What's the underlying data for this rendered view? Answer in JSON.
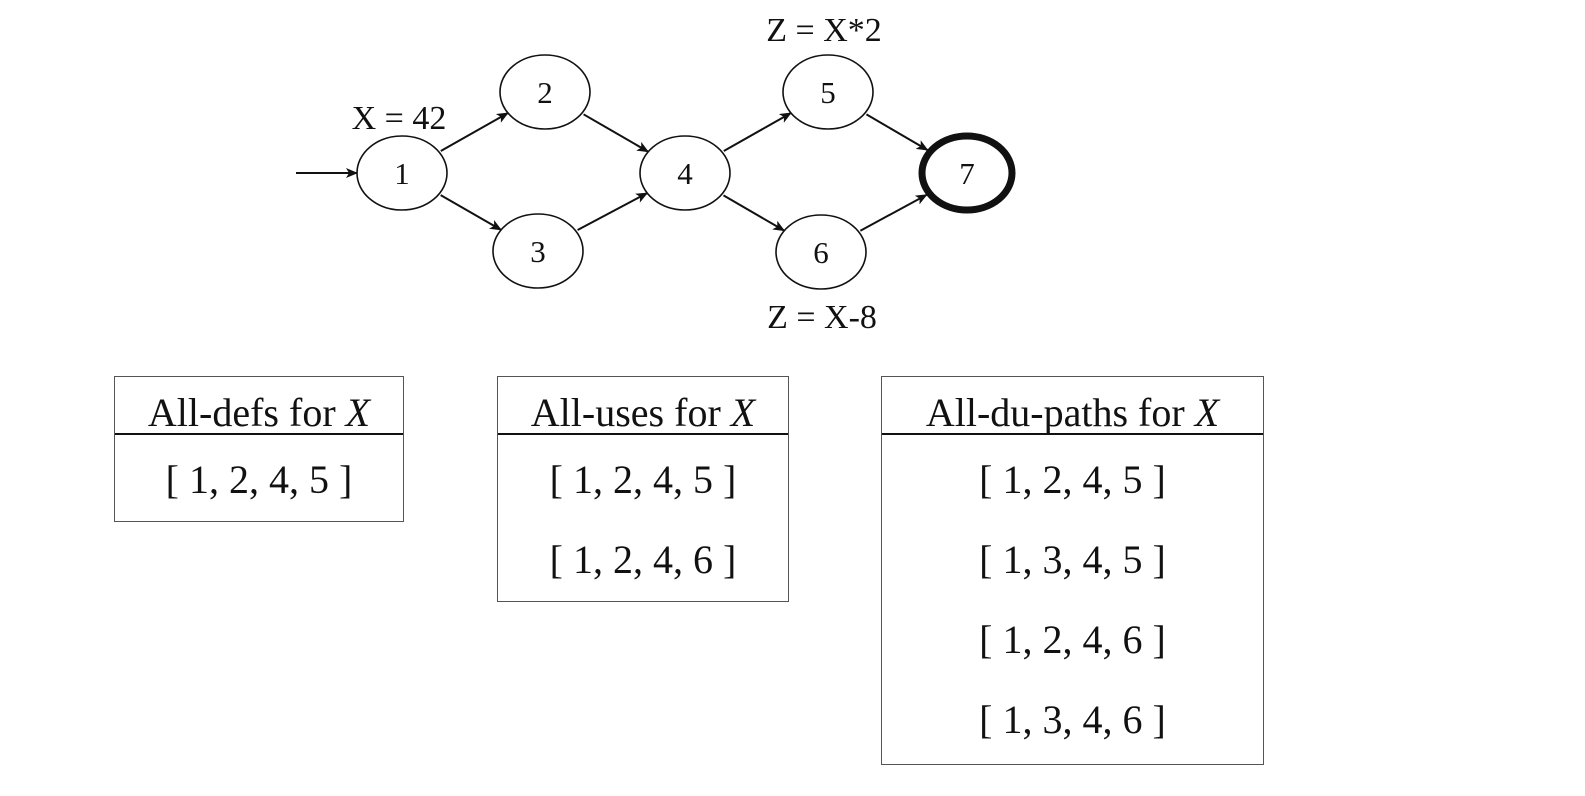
{
  "graph": {
    "nodes": [
      {
        "id": "1",
        "label": "1",
        "final": false
      },
      {
        "id": "2",
        "label": "2",
        "final": false
      },
      {
        "id": "3",
        "label": "3",
        "final": false
      },
      {
        "id": "4",
        "label": "4",
        "final": false
      },
      {
        "id": "5",
        "label": "5",
        "final": false
      },
      {
        "id": "6",
        "label": "6",
        "final": false
      },
      {
        "id": "7",
        "label": "7",
        "final": true
      }
    ],
    "edges": [
      [
        "1",
        "2"
      ],
      [
        "1",
        "3"
      ],
      [
        "2",
        "4"
      ],
      [
        "3",
        "4"
      ],
      [
        "4",
        "5"
      ],
      [
        "4",
        "6"
      ],
      [
        "5",
        "7"
      ],
      [
        "6",
        "7"
      ]
    ],
    "initial_node": "1",
    "annotations": {
      "node1": "X = 42",
      "node5": "Z = X*2",
      "node6": "Z = X-8"
    }
  },
  "tables": {
    "all_defs": {
      "title_prefix": "All-defs for ",
      "title_var": "X",
      "rows": [
        "[ 1, 2, 4, 5 ]"
      ]
    },
    "all_uses": {
      "title_prefix": "All-uses for ",
      "title_var": "X",
      "rows": [
        "[ 1, 2, 4, 5 ]",
        "[ 1, 2, 4, 6 ]"
      ]
    },
    "all_du_paths": {
      "title_prefix": "All-du-paths for ",
      "title_var": "X",
      "rows": [
        "[ 1, 2, 4, 5 ]",
        "[ 1, 3, 4, 5 ]",
        "[ 1, 2, 4, 6 ]",
        "[ 1, 3, 4, 6 ]"
      ]
    }
  }
}
